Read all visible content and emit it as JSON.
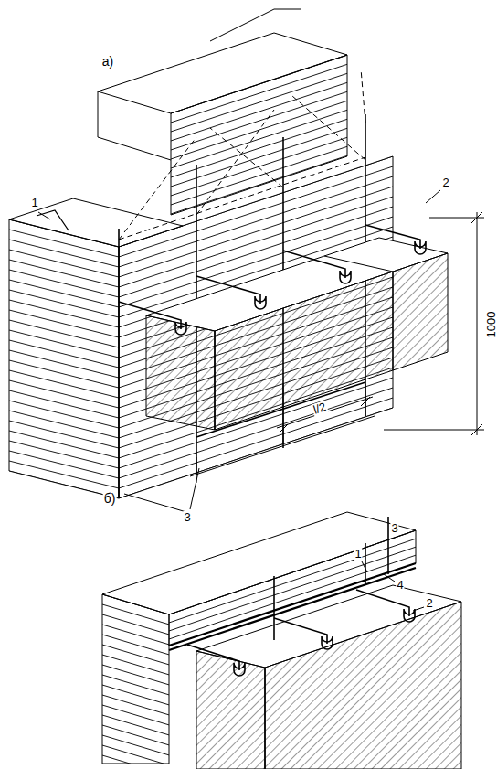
{
  "diagram": {
    "labels": [
      "а)",
      "1",
      "2",
      "1000",
      "l/2",
      "3",
      "б)",
      "1",
      "3",
      "4",
      "2"
    ]
  }
}
